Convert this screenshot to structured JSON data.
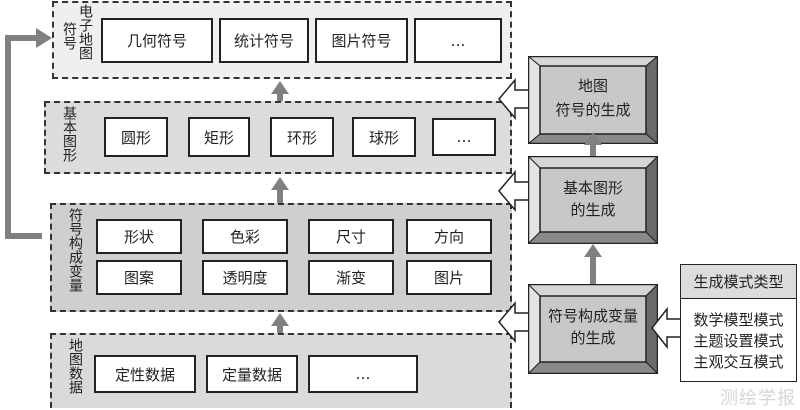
{
  "layers": {
    "electronic_map_symbols": {
      "label_col1": "符号",
      "label_col2": "电子地图",
      "items": [
        "几何符号",
        "统计符号",
        "图片符号",
        "…"
      ]
    },
    "basic_shapes": {
      "label": "基本图形",
      "items": [
        "圆形",
        "矩形",
        "环形",
        "球形",
        "…"
      ]
    },
    "symbol_variables": {
      "label": "符号构成变量",
      "row1": [
        "形状",
        "色彩",
        "尺寸",
        "方向"
      ],
      "row2": [
        "图案",
        "透明度",
        "渐变",
        "图片"
      ]
    },
    "map_data": {
      "label": "地图数据",
      "items": [
        "定性数据",
        "定量数据",
        "…"
      ]
    }
  },
  "process": {
    "map_symbol_generation": [
      "地图",
      "符号的生成"
    ],
    "basic_shape_generation": [
      "基本图形",
      "的生成"
    ],
    "variable_generation": [
      "符号构成变量",
      "的生成"
    ]
  },
  "modes": {
    "title": "生成模式类型",
    "items": [
      "数学模型模式",
      "主题设置模式",
      "主观交互模式"
    ]
  },
  "watermark": "测绘学报",
  "colors": {
    "arrow_gray": "#808080",
    "bevel_face": "#c8c8c8",
    "border": "#222222"
  }
}
